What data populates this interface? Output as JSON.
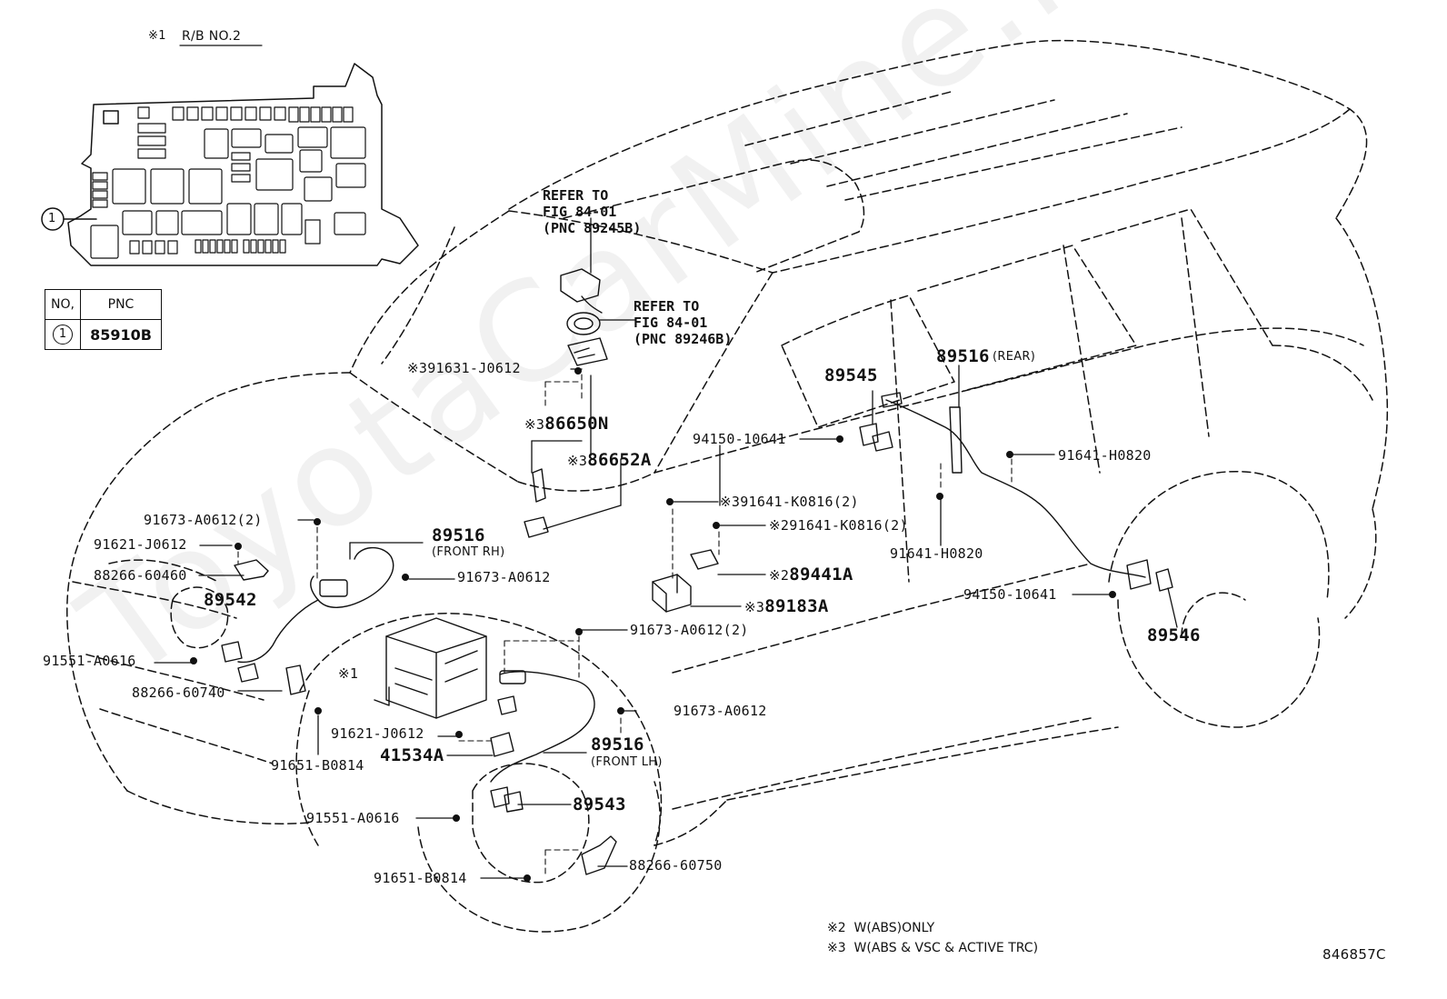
{
  "relay_block": {
    "title_mark": "※1",
    "title": "R/B NO.2",
    "callout": "1",
    "table": {
      "head": [
        "NO,",
        "PNC"
      ],
      "rows": [
        {
          "no": "1",
          "pnc": "85910B"
        }
      ]
    }
  },
  "refer": [
    {
      "text": "REFER TO\nFIG 84-01\n(PNC 89245B)"
    },
    {
      "text": "REFER TO\nFIG 84-01\n(PNC 89246B)"
    }
  ],
  "labels": [
    {
      "id": "p91631",
      "mark": "※3",
      "text": "91631-J0612"
    },
    {
      "id": "p86650N",
      "mark": "※3",
      "text": "86650N"
    },
    {
      "id": "p86652A",
      "mark": "※3",
      "text": "86652A"
    },
    {
      "id": "p91673a",
      "text": "91673-A0612(2)"
    },
    {
      "id": "p91621a",
      "text": "91621-J0612"
    },
    {
      "id": "p88266a",
      "text": "88266-60460"
    },
    {
      "id": "p89542",
      "text": "89542"
    },
    {
      "id": "p91551a",
      "text": "91551-A0616"
    },
    {
      "id": "p88266b",
      "text": "88266-60740"
    },
    {
      "id": "p89516frh",
      "text": "89516",
      "sub": "(FRONT RH)"
    },
    {
      "id": "p91673b",
      "text": "91673-A0612"
    },
    {
      "id": "p91673c",
      "text": "91673-A0612(2)"
    },
    {
      "id": "pmark1",
      "text": "※1"
    },
    {
      "id": "p91673d",
      "text": "91673-A0612"
    },
    {
      "id": "p91621b",
      "text": "91621-J0612"
    },
    {
      "id": "p41534A",
      "text": "41534A"
    },
    {
      "id": "p89516flh",
      "text": "89516",
      "sub": "(FRONT LH)"
    },
    {
      "id": "p91651a",
      "text": "91651-B0814"
    },
    {
      "id": "p89543",
      "text": "89543"
    },
    {
      "id": "p91551b",
      "text": "91551-A0616"
    },
    {
      "id": "p91651b",
      "text": "91651-B0814"
    },
    {
      "id": "p88266c",
      "text": "88266-60750"
    },
    {
      "id": "p94150a",
      "text": "94150-10641"
    },
    {
      "id": "p91641k1",
      "mark": "※3",
      "text": "91641-K0816(2)"
    },
    {
      "id": "p91641k2",
      "mark": "※2",
      "text": "91641-K0816(2)"
    },
    {
      "id": "p89441A",
      "mark": "※2",
      "text": "89441A"
    },
    {
      "id": "p89183A",
      "mark": "※3",
      "text": "89183A"
    },
    {
      "id": "p89545",
      "text": "89545"
    },
    {
      "id": "p89516rear",
      "text": "89516",
      "sub": "(REAR)"
    },
    {
      "id": "p91641h1",
      "text": "91641-H0820"
    },
    {
      "id": "p91641h2",
      "text": "91641-H0820"
    },
    {
      "id": "p94150b",
      "text": "94150-10641"
    },
    {
      "id": "p89546",
      "text": "89546"
    }
  ],
  "notes": [
    {
      "mark": "※2",
      "text": "W(ABS)ONLY"
    },
    {
      "mark": "※3",
      "text": "W(ABS & VSC & ACTIVE TRC)"
    }
  ],
  "figure_code": "846857C",
  "watermark": "ToyotaCarMine.ru"
}
